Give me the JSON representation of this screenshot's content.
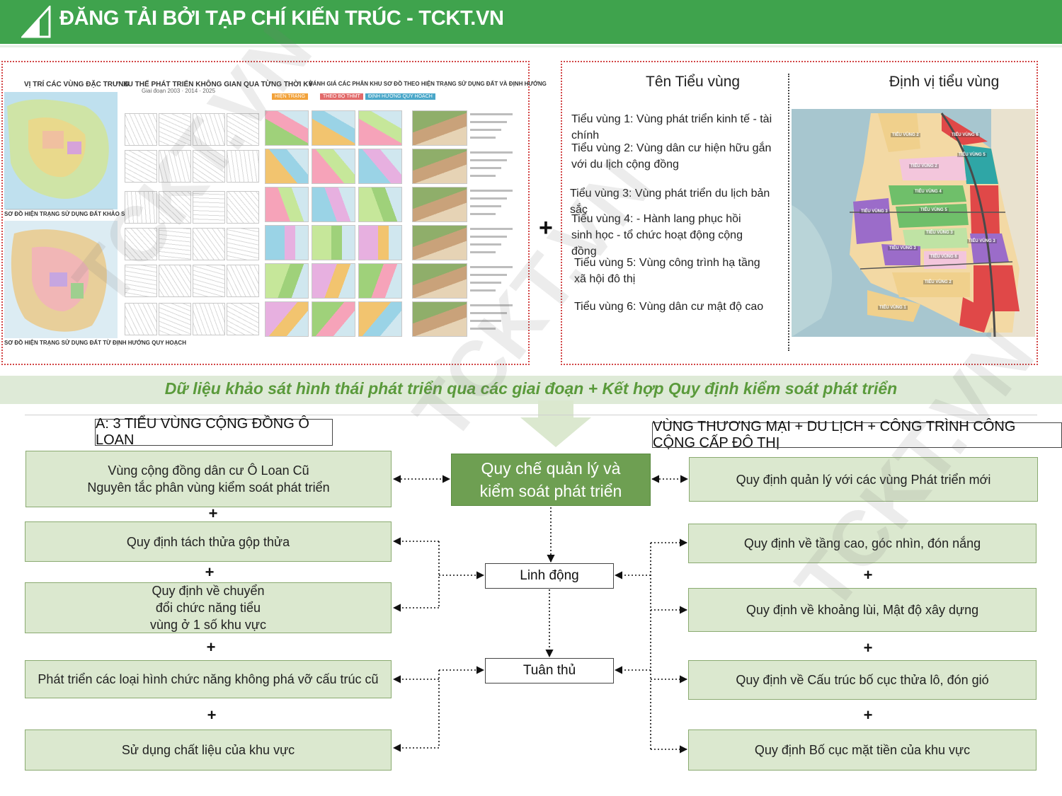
{
  "header": {
    "title": "ĐĂNG TẢI BỞI TẠP CHÍ KIẾN TRÚC - TCKT.VN"
  },
  "left_panel": {
    "col1_title": "VỊ TRÍ CÁC VÙNG ĐẶC TRƯNG",
    "col2_title": "XU THẾ PHÁT TRIỂN KHÔNG GIAN QUA TỪNG THỜI KỲ",
    "col2_sub": "Giai đoạn 2003 · 2014 · 2025",
    "col3_title": "ĐÁNH GIÁ CÁC PHÂN KHU SƠ ĐỒ THEO HIỆN TRẠNG SỬ DỤNG ĐẤT VÀ ĐỊNH HƯỚNG",
    "tag_current": "HIỆN TRẠNG",
    "tag_theory": "THEO BỘ THMT",
    "tag_plan": "ĐỊNH HƯỚNG QUY HOẠCH",
    "map1_caption": "SƠ ĐỒ HIỆN TRẠNG SỬ DỤNG ĐẤT KHẢO SÁT",
    "map2_caption": "SƠ ĐỒ HIỆN TRẠNG SỬ DỤNG ĐẤT TỪ ĐỊNH HƯỚNG QUY HOẠCH"
  },
  "right_panel": {
    "col_name": "Tên Tiểu vùng",
    "col_location": "Định vị tiểu vùng",
    "zones": [
      "Tiểu vùng 1: Vùng phát triển kinh tế - tài chính",
      "Tiểu vùng 2: Vùng dân cư hiện hữu gắn với du lịch cộng đồng",
      "Tiểu vùng 3: Vùng phát triển du lịch bản sắc",
      "Tiểu vùng 4: - Hành lang phục hồi sinh học - tổ chức hoạt động cộng đồng",
      "Tiểu vùng 5: Vùng công trình hạ tầng xã hội đô thị",
      "Tiểu vùng 6: Vùng dân cư mật độ cao"
    ],
    "map_labels": [
      "TIỂU VÙNG 2",
      "TIỂU VÙNG 6",
      "TIỂU VÙNG 2",
      "TIỂU VÙNG 5",
      "TIỂU VÙNG 3",
      "TIỂU VÙNG 4",
      "TIỂU VÙNG 5",
      "TIỂU VÙNG 3",
      "TIỂU VÙNG 3",
      "TIỂU VÙNG 3",
      "TIỂU VÙNG 6",
      "TIỂU VÙNG 2",
      "TIỂU VÙNG 1"
    ]
  },
  "plus_sign": "+",
  "band_text": "Dữ liệu khảo sát hình thái phát triển qua các giai đoạn + Kết hợp Quy định kiểm soát phát triển",
  "diagram": {
    "left_heading": "A: 3 TIỂU VÙNG CỘNG ĐỒNG Ô LOAN",
    "right_heading": "VÙNG THƯƠNG MẠI + DU LỊCH + CÔNG TRÌNH CÔNG CỘNG CẤP ĐÔ THỊ",
    "center": "Quy chế quản lý và kiểm soát phát triển",
    "flexible": "Linh động",
    "comply": "Tuân thủ",
    "left_boxes": [
      "Vùng cộng đồng dân cư Ô Loan Cũ\nNguyên tắc phân vùng kiểm soát phát triển",
      "Quy định tách thửa gộp thửa",
      "Quy định về chuyển đổi chức năng tiểu vùng ở 1 số khu vực",
      "Phát triển các loại hình chức năng không phá vỡ cấu trúc cũ",
      "Sử dụng chất liệu của khu vực"
    ],
    "right_boxes": [
      "Quy định quản lý với các vùng Phát triển mới",
      "Quy định về tầng cao, góc nhìn, đón  nắng",
      "Quy định về khoảng lùi, Mật độ xây dựng",
      "Quy định về Cấu trúc bố cục thửa lô, đón gió",
      "Quy định Bố cục mặt tiền của khu vực"
    ]
  },
  "watermark": "TCKT.VN",
  "colors": {
    "header": "#3fa34d",
    "box_fill": "#dbe8cf",
    "center_fill": "#6e9f52",
    "band_text": "#5a9a3b",
    "frame": "#d24545"
  }
}
